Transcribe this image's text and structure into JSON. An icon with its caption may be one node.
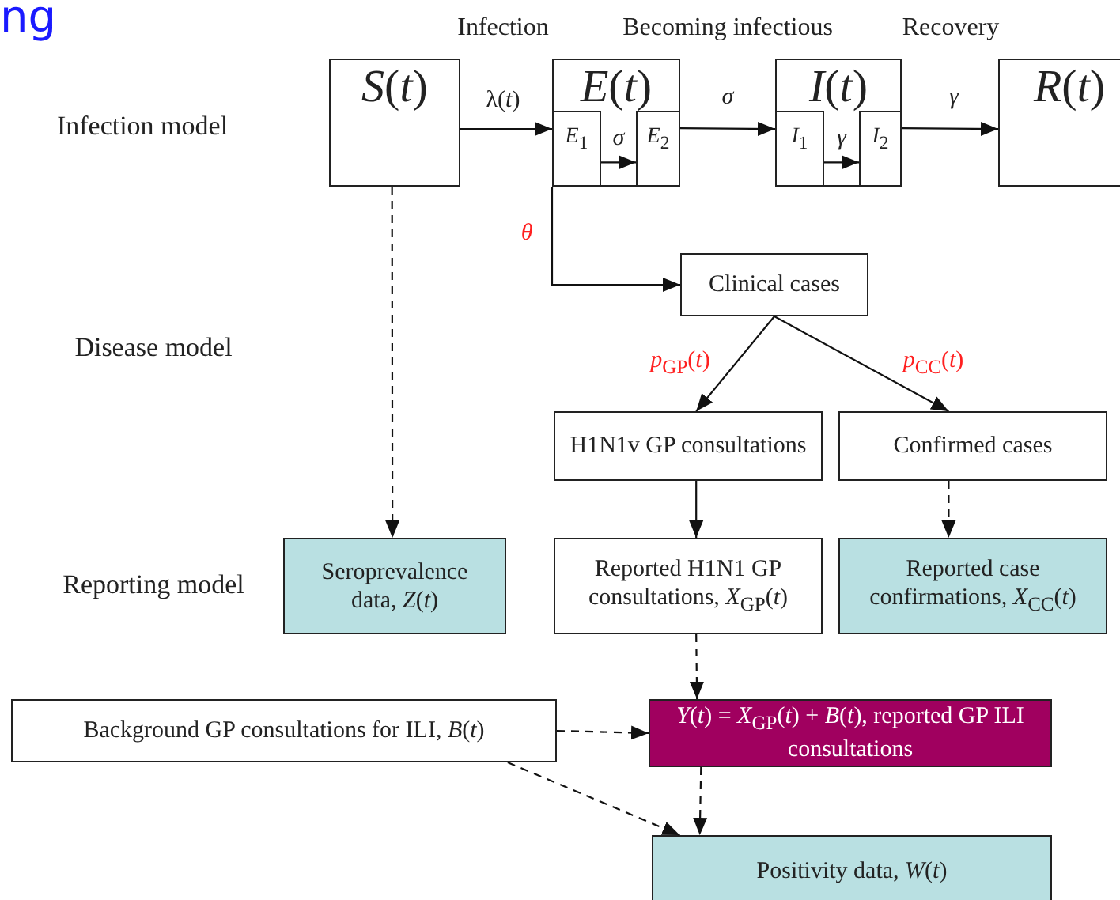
{
  "diagram": {
    "title": "ng",
    "nodes": [
      {
        "text": [
          "*S*(*t*)"
        ]
      },
      {
        "text": [
          "*E*(*t*)"
        ]
      },
      {
        "text": [
          "*E*$_{1}$"
        ],
        "in": 1
      },
      {
        "text": [
          "*E*$_{2}$"
        ],
        "in": 1
      },
      {
        "text": [
          "*I*(*t*)"
        ]
      },
      {
        "text": [
          "*I*$_{1}$"
        ],
        "in": 4
      },
      {
        "text": [
          "*I*$_{2}$"
        ],
        "in": 4
      },
      {
        "text": [
          "*R*(*t*)"
        ]
      },
      {
        "text": [
          "Clinical cases"
        ]
      },
      {
        "text": [
          "H1N1v GP consultations"
        ]
      },
      {
        "text": [
          "Confirmed cases"
        ]
      },
      {
        "text": [
          "Seroprevalence data, *Z*(*t*)"
        ]
      },
      {
        "text": [
          "Reported H1N1 GP consultations, *X*$_{GP}$(*t*)"
        ]
      },
      {
        "text": [
          "Reported case confirmations, *X*$_{CC}$(*t*)"
        ]
      },
      {
        "text": [
          "Background GP consultations for ILI, *B*(*t*)"
        ]
      },
      {
        "text": [
          "*Y*(*t*) = *X*$_{GP}$(*t*) + *B*(*t*), reported GP ILI consultations"
        ]
      },
      {
        "text": [
          "Positivity data, *W*(*t*)"
        ]
      }
    ],
    "edges": [
      {
        "from": 0,
        "to": 1,
        "arrow": "to",
        "label": "λ(*t*)"
      },
      {
        "from": 2,
        "to": 3,
        "arrow": "to",
        "label": "*σ*"
      },
      {
        "from": 3,
        "to": 4,
        "arrow": "to",
        "label": "*σ*"
      },
      {
        "from": 5,
        "to": 6,
        "arrow": "to",
        "label": "*γ*"
      },
      {
        "from": 6,
        "to": 7,
        "arrow": "to",
        "label": "*γ*"
      },
      {
        "from": 1,
        "to": 8,
        "arrow": "to",
        "label": "*θ*"
      },
      {
        "from": 8,
        "to": 9,
        "arrow": "to",
        "label": "*p*$_{GP}$(*t*)"
      },
      {
        "from": 8,
        "to": 10,
        "arrow": "to",
        "label": "*p*$_{CC}$(*t*)"
      },
      {
        "from": 0,
        "to": 11,
        "arrow": "to",
        "style": "dashed"
      },
      {
        "from": 9,
        "to": 12,
        "arrow": "to"
      },
      {
        "from": 10,
        "to": 13,
        "arrow": "to",
        "style": "dashed"
      },
      {
        "from": 12,
        "to": 15,
        "arrow": "to",
        "style": "dashed"
      },
      {
        "from": 14,
        "to": 15,
        "arrow": "to",
        "style": "dashed"
      },
      {
        "from": 15,
        "to": 16,
        "arrow": "to",
        "style": "dashed"
      },
      {
        "from": 14,
        "to": 16,
        "arrow": "to",
        "style": "dashed"
      }
    ],
    "labels": [
      "Infection",
      "Becoming infectious",
      "Recovery",
      "Infection model",
      "Disease model",
      "Reporting model"
    ]
  }
}
